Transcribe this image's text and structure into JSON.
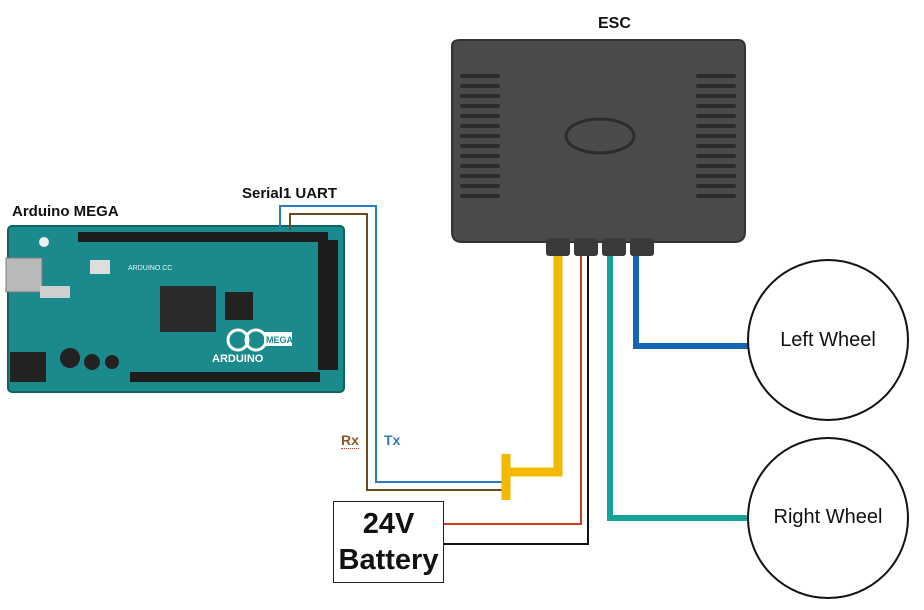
{
  "labels": {
    "esc": "ESC",
    "arduino": "Arduino MEGA",
    "serial": "Serial1 UART",
    "rx": "Rx",
    "tx": "Tx",
    "battery_line1": "24V",
    "battery_line2": "Battery",
    "left_wheel": "Left Wheel",
    "right_wheel": "Right Wheel",
    "board_brand": "ARDUINO",
    "board_model": "MEGA",
    "board_site": "ARDUINO.CC"
  },
  "colors": {
    "rx_wire": "#6b4a1f",
    "tx_wire": "#2a7bbf",
    "power_wire": "#f3b800",
    "battery_pos": "#d03a1e",
    "battery_neg": "#111111",
    "left_wheel_wire": "#1466b0",
    "right_wheel_wire": "#16a39a",
    "board": "#1b8a8c",
    "esc_body": "#4a4a4a"
  }
}
